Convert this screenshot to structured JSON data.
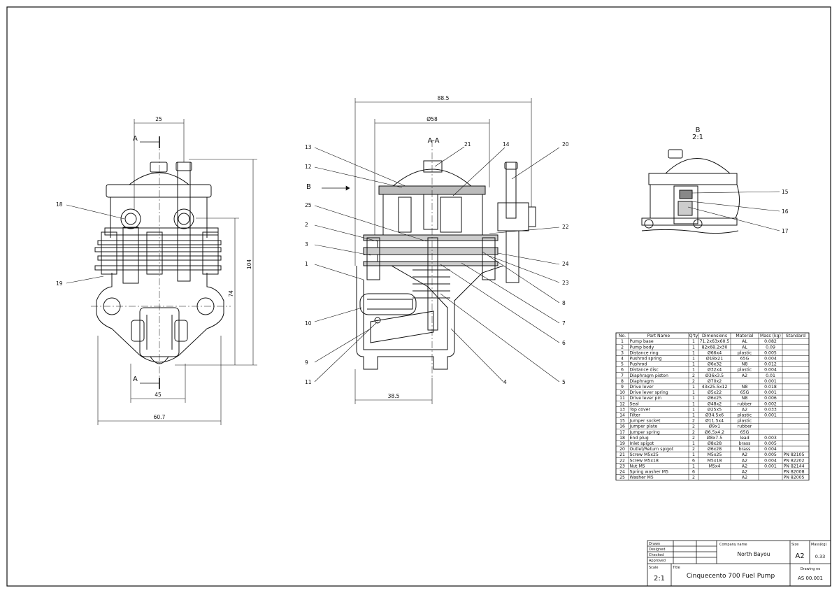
{
  "views": {
    "left": {
      "section_marks": [
        "A",
        "A"
      ],
      "dims": {
        "top": "25",
        "bottom_inner": "45",
        "bottom_outer": "60.7",
        "height_outer": "104",
        "height_inner": "74"
      },
      "callouts": [
        "18",
        "19"
      ]
    },
    "center": {
      "title": "A-A",
      "view_arrow": "B",
      "dims": {
        "overall": "88.5",
        "diameter": "Ø58",
        "bottom": "38.5"
      },
      "callouts_left": [
        "13",
        "12",
        "25",
        "2",
        "3",
        "1",
        "10",
        "9",
        "11"
      ],
      "callouts_top": [
        "21",
        "14",
        "20"
      ],
      "callouts_right": [
        "22",
        "24",
        "23",
        "8",
        "7",
        "6",
        "4",
        "5"
      ]
    },
    "detail": {
      "title": "B",
      "scale": "2:1",
      "callouts": [
        "15",
        "16",
        "17"
      ]
    }
  },
  "parts_table": {
    "headers": [
      "No.",
      "Part Name",
      "Q'ty",
      "Dimensions",
      "Material",
      "Mass (kg)",
      "Standard"
    ],
    "rows": [
      [
        "1",
        "Pump base",
        "1",
        "71.2x63x60.5",
        "AL",
        "0.082",
        ""
      ],
      [
        "2",
        "Pump body",
        "1",
        "82x68.2x30",
        "AL",
        "0.09",
        ""
      ],
      [
        "3",
        "Distance ring",
        "1",
        "Ø66x4",
        "plastic",
        "0.005",
        ""
      ],
      [
        "4",
        "Pushrod spring",
        "1",
        "Ø18x21",
        "65G",
        "0.004",
        ""
      ],
      [
        "5",
        "Pushrod",
        "1",
        "Ø6x32",
        "N8",
        "0.012",
        ""
      ],
      [
        "6",
        "Distance disc",
        "1",
        "Ø32x4",
        "plastic",
        "0.004",
        ""
      ],
      [
        "7",
        "Diaphragm piston",
        "2",
        "Ø36x3.5",
        "A2",
        "0.01",
        ""
      ],
      [
        "8",
        "Diaphragm",
        "2",
        "Ø70x2",
        "",
        "0.001",
        ""
      ],
      [
        "9",
        "Drive lever",
        "1",
        "43x25.5x12",
        "N8",
        "0.018",
        ""
      ],
      [
        "10",
        "Drive lever spring",
        "1",
        "Ø5x22",
        "65G",
        "0.001",
        ""
      ],
      [
        "11",
        "Drive lever pin",
        "1",
        "Ø6x25",
        "N8",
        "0.006",
        ""
      ],
      [
        "12",
        "Seal",
        "1",
        "Ø48x2",
        "rubber",
        "0.002",
        ""
      ],
      [
        "13",
        "Top cover",
        "1",
        "Ø25x5",
        "A2",
        "0.033",
        ""
      ],
      [
        "14",
        "Filter",
        "1",
        "Ø34.5x6",
        "plastic",
        "0.001",
        ""
      ],
      [
        "15",
        "Jumper socket",
        "2",
        "Ø11.5x4",
        "plastic",
        "",
        ""
      ],
      [
        "16",
        "Jumper plate",
        "2",
        "Ø9x1",
        "rubber",
        "",
        ""
      ],
      [
        "17",
        "Jumper spring",
        "2",
        "Ø6.5x4.2",
        "65G",
        "",
        ""
      ],
      [
        "18",
        "End plug",
        "2",
        "Ø8x7.5",
        "lead",
        "0.003",
        ""
      ],
      [
        "19",
        "Inlet spigot",
        "1",
        "Ø8x28",
        "brass",
        "0.005",
        ""
      ],
      [
        "20",
        "Outlet/Return spigot",
        "2",
        "Ø6x28",
        "brass",
        "0.004",
        ""
      ],
      [
        "21",
        "Screw M5x25",
        "1",
        "M5x25",
        "A2",
        "0.005",
        "PN 82105"
      ],
      [
        "22",
        "Screw M5x18",
        "6",
        "M5x18",
        "A2",
        "0.004",
        "PN 82202"
      ],
      [
        "23",
        "Nut M5",
        "1",
        "M5x4",
        "A2",
        "0.001",
        "PN 82144"
      ],
      [
        "24",
        "Spring washer M5",
        "6",
        "",
        "A2",
        "",
        "PN 82008"
      ],
      [
        "25",
        "Washer M5",
        "2",
        "",
        "A2",
        "",
        "PN 82005"
      ]
    ]
  },
  "title_block": {
    "roles": [
      "Drawn",
      "Designed",
      "Checked",
      "Approved"
    ],
    "company_label": "Company name",
    "company": "North Bayou",
    "size_label": "Size",
    "size": "A2",
    "mass_label": "Mass(kg)",
    "mass": "0.33",
    "scale_label": "Scale",
    "scale": "2:1",
    "title_label": "Title",
    "title": "Cinquecento 700 Fuel Pump",
    "drawing_no_label": "Drawing no",
    "drawing_no": "AS 00.001"
  }
}
